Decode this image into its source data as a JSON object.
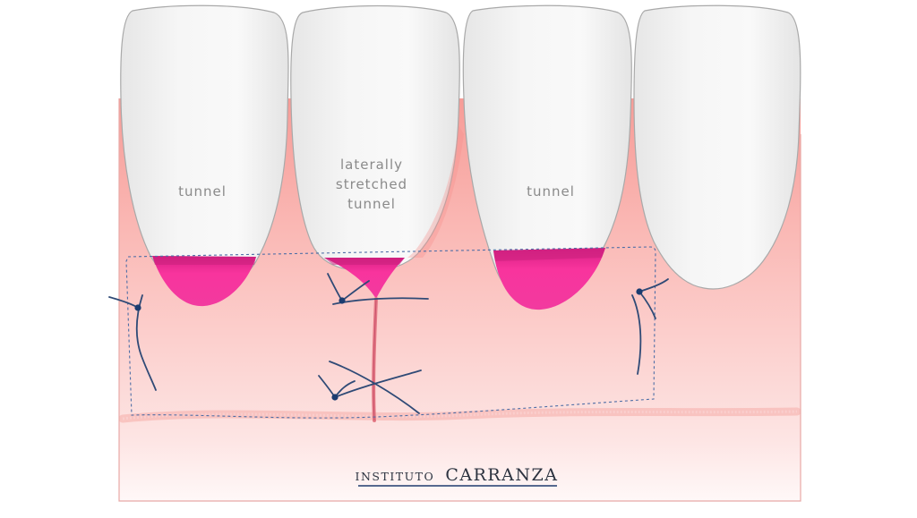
{
  "labels": {
    "tooth1": "tunnel",
    "tooth2_line1": "laterally",
    "tooth2_line2": "stretched",
    "tooth2_line3": "tunnel",
    "tooth3": "tunnel"
  },
  "brand": {
    "small": "Instituto",
    "large": "Carranza"
  },
  "colors": {
    "gingiva_top": "#f9a09a",
    "gingiva_bottom": "#fff6f6",
    "tooth": "#f1f1f1",
    "tooth_outline": "#a7a7a7",
    "tunnel_magenta": "#f2319c",
    "suture": "#2f4a76",
    "knot": "#1a3a6e",
    "graft_outline": "#4a6a9e"
  },
  "icons": [
    "suture-knot-icon"
  ]
}
